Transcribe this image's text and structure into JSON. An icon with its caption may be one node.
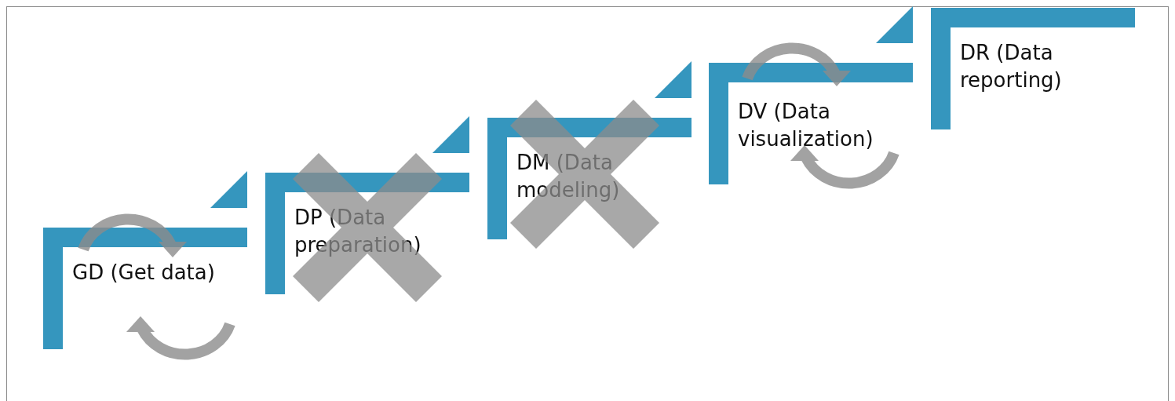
{
  "diagram": {
    "nodes": [
      {
        "text": [
          "GD (Get data)"
        ]
      },
      {
        "text": [
          "DP (Data preparation)"
        ]
      },
      {
        "text": [
          "DM (Data modeling)"
        ]
      },
      {
        "text": [
          "DV (Data visualization)"
        ]
      },
      {
        "text": [
          "DR (Data reporting)"
        ]
      }
    ]
  }
}
